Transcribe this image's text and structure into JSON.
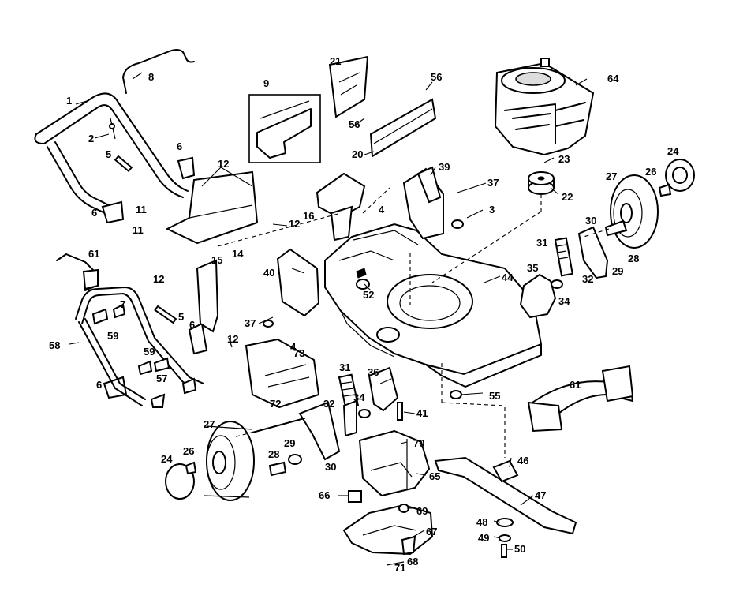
{
  "diagram": {
    "labels": {
      "p1": "1",
      "p2": "2",
      "p3": "3",
      "p4a": "4",
      "p4b": "4",
      "p5a": "5",
      "p5b": "5",
      "p6a": "6",
      "p6b": "6",
      "p6c": "6",
      "p6d": "6",
      "p7": "7",
      "p8": "8",
      "p9": "9",
      "p11a": "11",
      "p11b": "11",
      "p12a": "12",
      "p12b": "12",
      "p12c": "12",
      "p14": "14",
      "p15": "15",
      "p16": "16",
      "p20": "20",
      "p21": "21",
      "p22": "22",
      "p23": "23",
      "p24a": "24",
      "p24b": "24",
      "p26a": "26",
      "p26b": "26",
      "p27a": "27",
      "p27b": "27",
      "p28a": "28",
      "p28b": "28",
      "p29a": "29",
      "p29b": "29",
      "p30a": "30",
      "p30b": "30",
      "p31a": "31",
      "p31b": "31",
      "p32a": "32",
      "p32b": "32",
      "p34a": "34",
      "p34b": "34",
      "p35": "35",
      "p36": "36",
      "p37a": "37",
      "p37b": "37",
      "p39": "39",
      "p40": "40",
      "p41": "41",
      "p44": "44",
      "p46": "46",
      "p47": "47",
      "p48": "48",
      "p49": "49",
      "p50": "50",
      "p52": "52",
      "p55": "55",
      "p56a": "56",
      "p56b": "56",
      "p57": "57",
      "p58": "58",
      "p59a": "59",
      "p59b": "59",
      "p61a": "61",
      "p61b": "61",
      "p64": "64",
      "p65": "65",
      "p66": "66",
      "p67": "67",
      "p68": "68",
      "p69": "69",
      "p70": "70",
      "p71": "71",
      "p72": "72",
      "p73": "73"
    }
  }
}
